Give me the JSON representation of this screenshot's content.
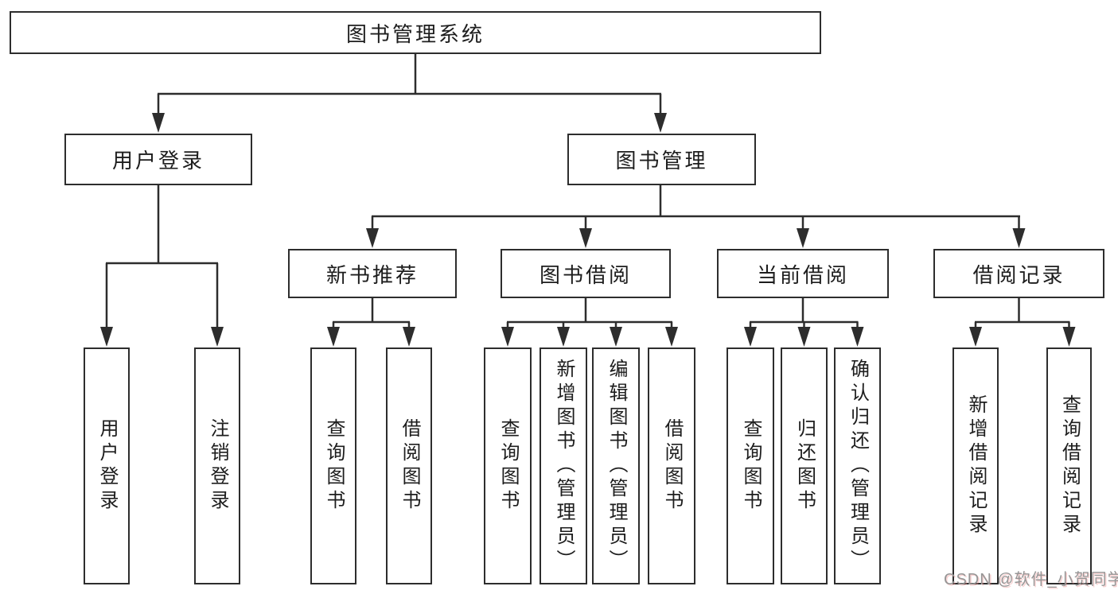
{
  "nodes": {
    "root": {
      "label": "图书管理系统"
    },
    "level2": [
      {
        "label": "用户登录"
      },
      {
        "label": "图书管理"
      }
    ],
    "level3": [
      {
        "label": "新书推荐"
      },
      {
        "label": "图书借阅"
      },
      {
        "label": "当前借阅"
      },
      {
        "label": "借阅记录"
      }
    ],
    "leaves": [
      {
        "label": "用户登录"
      },
      {
        "label": "注销登录"
      },
      {
        "label": "查询图书"
      },
      {
        "label": "借阅图书"
      },
      {
        "label": "查询图书"
      },
      {
        "label": "新增图书（管理员）"
      },
      {
        "label": "编辑图书（管理员）"
      },
      {
        "label": "借阅图书"
      },
      {
        "label": "查询图书"
      },
      {
        "label": "归还图书"
      },
      {
        "label": "确认归还（管理员）"
      },
      {
        "label": "新增借阅记录"
      },
      {
        "label": "查询借阅记录"
      }
    ]
  },
  "watermark": {
    "text": "CSDN @软件_小贺同学"
  },
  "colors": {
    "line": "#2d2d2d",
    "box_border": "#2d2d2d",
    "text": "#1d1d1d",
    "background": "#ffffff",
    "watermark_text": "#969696",
    "watermark_shadow": "#ee8c8c"
  }
}
